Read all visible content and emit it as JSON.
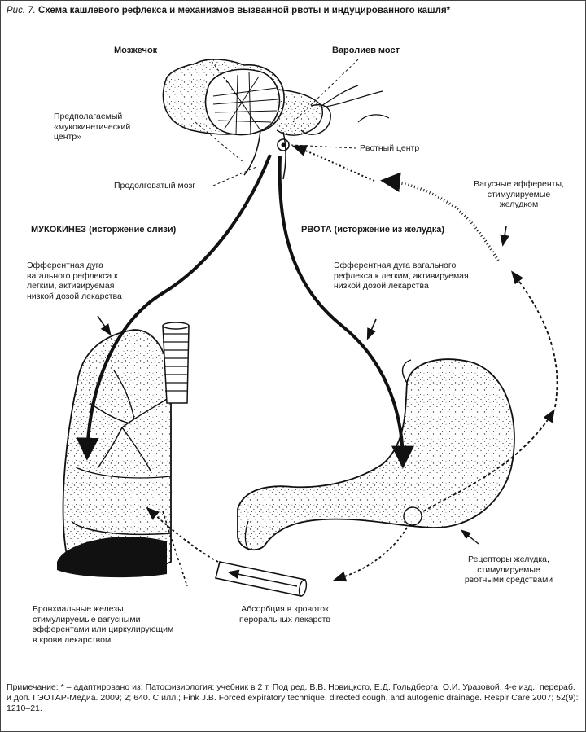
{
  "figure": {
    "number": "Рис. 7.",
    "title": "Схема кашлевого рефлекса и механизмов вызванной рвоты и индуцированного кашля*"
  },
  "labels": {
    "cerebellum": "Мозжечок",
    "pons": "Варолиев мост",
    "mucokinetic_center": [
      "Предполагаемый",
      "«мукокинетический",
      "центр»"
    ],
    "vomiting_center": "Рвотный центр",
    "medulla": "Продолговатый мозг",
    "vagal_afferents": [
      "Вагусные афференты,",
      "стимулируемые",
      "желудком"
    ],
    "mucokinesis": "МУКОКИНЕЗ (исторжение слизи)",
    "vomiting": "РВОТА (исторжение из желудка)",
    "efferent_left": [
      "Эфферентная дуга",
      "вагального рефлекса к",
      "легким, активируемая",
      "низкой дозой лекарства"
    ],
    "efferent_right": [
      "Эфферентная дуга вагального",
      "рефлекса к легким, активируемая",
      "низкой дозой лекарства"
    ],
    "stomach_receptors": [
      "Рецепторы желудка,",
      "стимулируемые",
      "рвотными средствами"
    ],
    "bronchial_glands": [
      "Бронхиальные железы,",
      "стимулируемые вагусными",
      "эфферентами или циркулирующим",
      "в крови лекарством"
    ],
    "absorption": [
      "Абсорбция в кровоток",
      "пероральных лекарств"
    ]
  },
  "note": "Примечание: * – адаптировано из: Патофизиология: учебник в 2 т. Под ред. В.В. Новицкого, Е.Д. Гольдберга, О.И. Уразовой. 4-е изд., перераб. и доп. ГЭОТАР-Медиа. 2009; 2; 640. С илл.; Fink J.B. Forced expiratory technique, directed cough, and autogenic drainage. Respir Care 2007; 52(9): 1210–21."
}
